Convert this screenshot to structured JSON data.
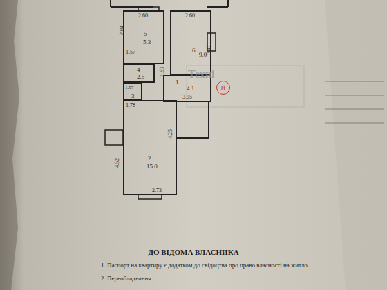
{
  "diagram": {
    "nodes": [
      {
        "text": [
          "5",
          "5.3"
        ]
      },
      {
        "text": [
          "6",
          "9.0"
        ]
      },
      {
        "text": [
          "4",
          "2.5"
        ]
      },
      {
        "text": [
          "3"
        ]
      },
      {
        "text": [
          "1",
          "4.1"
        ]
      },
      {
        "text": [
          "8"
        ]
      },
      {
        "text": [
          "2",
          "15.0"
        ]
      }
    ],
    "labels": [
      "2.60",
      "2.04",
      "2.60",
      "3.47",
      "1.57",
      "1.63",
      "1.57",
      "3.95",
      "1.78",
      "4.52",
      "4.25",
      "2.73",
      "Техні",
      "ДО ВІДОМА ВЛАСНИКА",
      "1. Паспорт на квартиру є додатком до свідоцтва про право власності на житло.",
      "2. Переобладнання"
    ]
  }
}
